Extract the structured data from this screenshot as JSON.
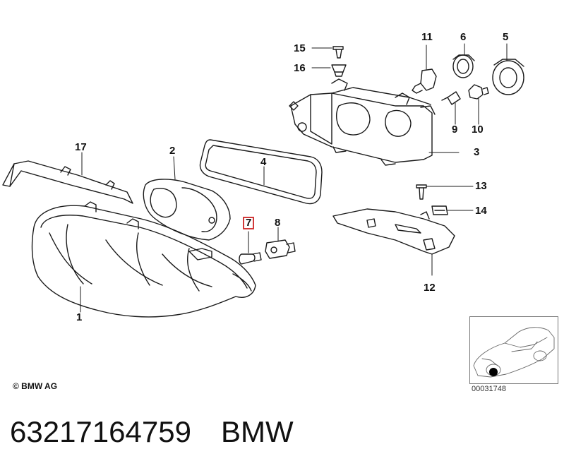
{
  "callouts": {
    "c1": "1",
    "c2": "2",
    "c3": "3",
    "c4": "4",
    "c5": "5",
    "c6": "6",
    "c7": "7",
    "c8": "8",
    "c9": "9",
    "c10": "10",
    "c11": "11",
    "c12": "12",
    "c13": "13",
    "c14": "14",
    "c15": "15",
    "c16": "16",
    "c17": "17"
  },
  "highlighted_callout": "7",
  "copyright": "© BMW AG",
  "inset_code": "00031748",
  "footer": {
    "part_number": "63217164759",
    "brand": "BMW"
  }
}
